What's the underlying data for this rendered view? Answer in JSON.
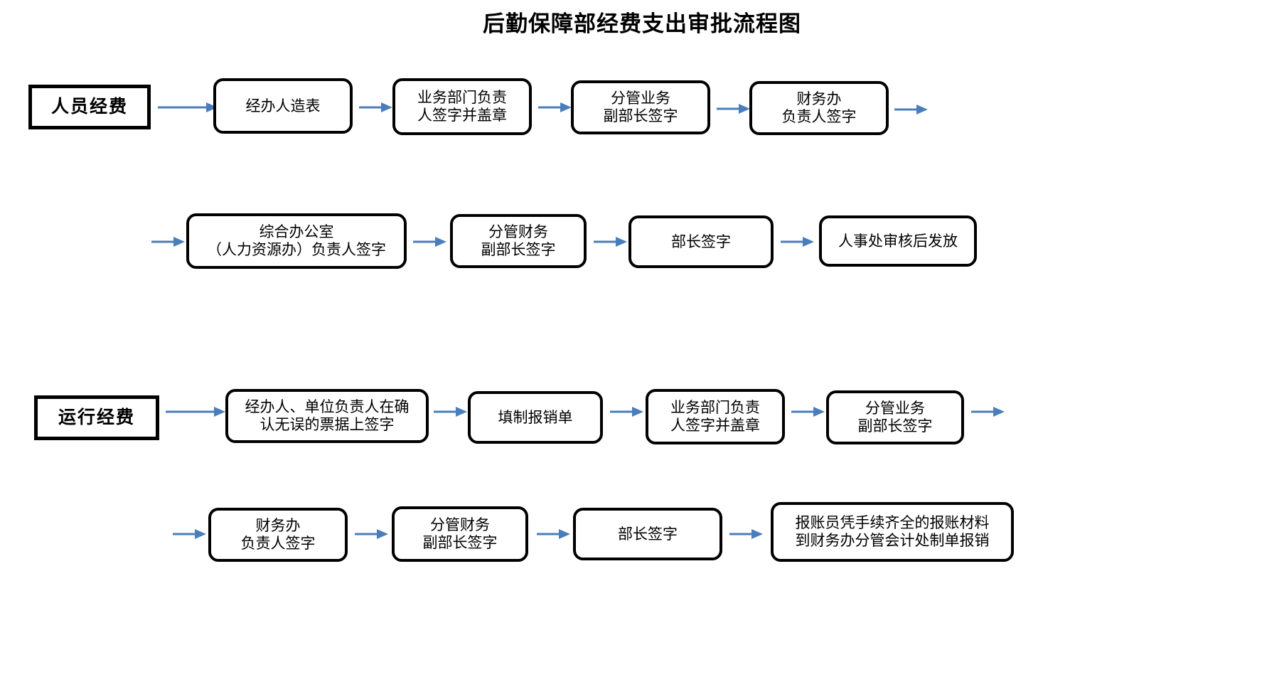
{
  "title": "后勤保障部经费支出审批流程图",
  "colors": {
    "node_border": "#000000",
    "node_fill": "#ffffff",
    "arrow": "#4a7ebb",
    "text": "#000000",
    "background": "#ffffff"
  },
  "flows": [
    {
      "id": "personnel",
      "category_label": "人员经费",
      "rows": [
        {
          "id": "personnel-row-1",
          "nodes": [
            {
              "id": "personnel-category",
              "label": "人员经费",
              "shape": "square",
              "kind": "category"
            },
            {
              "id": "personnel-step-1",
              "label": "经办人造表",
              "shape": "rounded",
              "kind": "step"
            },
            {
              "id": "personnel-step-2",
              "label": "业务部门负责\n人签字并盖章",
              "shape": "rounded",
              "kind": "step"
            },
            {
              "id": "personnel-step-3",
              "label": "分管业务\n副部长签字",
              "shape": "rounded",
              "kind": "step"
            },
            {
              "id": "personnel-step-4",
              "label": "财务办\n负责人签字",
              "shape": "rounded",
              "kind": "step"
            }
          ],
          "trailing_arrow": true
        },
        {
          "id": "personnel-row-2",
          "leading_arrow": true,
          "nodes": [
            {
              "id": "personnel-step-5",
              "label": "综合办公室\n（人力资源办）负责人签字",
              "shape": "rounded",
              "kind": "step"
            },
            {
              "id": "personnel-step-6",
              "label": "分管财务\n副部长签字",
              "shape": "rounded",
              "kind": "step"
            },
            {
              "id": "personnel-step-7",
              "label": "部长签字",
              "shape": "rounded",
              "kind": "step"
            },
            {
              "id": "personnel-step-8",
              "label": "人事处审核后发放",
              "shape": "rounded",
              "kind": "step"
            }
          ],
          "trailing_arrow": false
        }
      ]
    },
    {
      "id": "operating",
      "category_label": "运行经费",
      "rows": [
        {
          "id": "operating-row-1",
          "nodes": [
            {
              "id": "operating-category",
              "label": "运行经费",
              "shape": "square",
              "kind": "category"
            },
            {
              "id": "operating-step-1",
              "label": "经办人、单位负责人在确\n认无误的票据上签字",
              "shape": "rounded",
              "kind": "step"
            },
            {
              "id": "operating-step-2",
              "label": "填制报销单",
              "shape": "rounded",
              "kind": "step"
            },
            {
              "id": "operating-step-3",
              "label": "业务部门负责\n人签字并盖章",
              "shape": "rounded",
              "kind": "step"
            },
            {
              "id": "operating-step-4",
              "label": "分管业务\n副部长签字",
              "shape": "rounded",
              "kind": "step"
            }
          ],
          "trailing_arrow": true
        },
        {
          "id": "operating-row-2",
          "leading_arrow": true,
          "nodes": [
            {
              "id": "operating-step-5",
              "label": "财务办\n负责人签字",
              "shape": "rounded",
              "kind": "step"
            },
            {
              "id": "operating-step-6",
              "label": "分管财务\n副部长签字",
              "shape": "rounded",
              "kind": "step"
            },
            {
              "id": "operating-step-7",
              "label": "部长签字",
              "shape": "rounded",
              "kind": "step"
            },
            {
              "id": "operating-step-8",
              "label": "报账员凭手续齐全的报账材料\n到财务办分管会计处制单报销",
              "shape": "rounded",
              "kind": "step"
            }
          ],
          "trailing_arrow": false
        }
      ]
    }
  ]
}
